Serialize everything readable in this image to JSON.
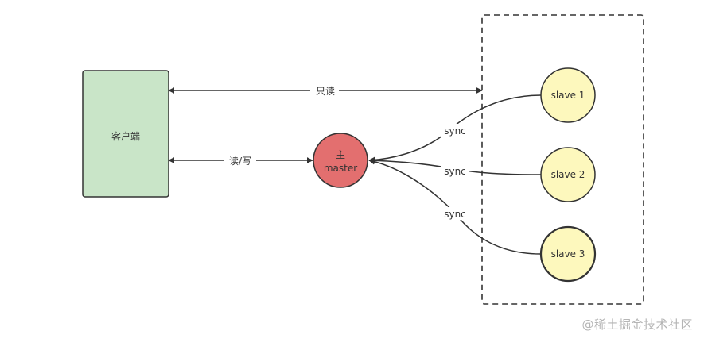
{
  "client": {
    "label": "客户端"
  },
  "master": {
    "line1": "主",
    "line2": "master"
  },
  "slaves": [
    {
      "label": "slave 1"
    },
    {
      "label": "slave 2"
    },
    {
      "label": "slave 3"
    }
  ],
  "edges": {
    "read_only": "只读",
    "read_write": "读/写",
    "sync_1": "sync",
    "sync_2": "sync",
    "sync_3": "sync"
  },
  "watermark": "@稀土掘金技术社区",
  "colors": {
    "client_fill": "#c9e5c8",
    "master_fill": "#e36f6f",
    "slave_fill": "#fdf8bd",
    "stroke": "#333333"
  }
}
